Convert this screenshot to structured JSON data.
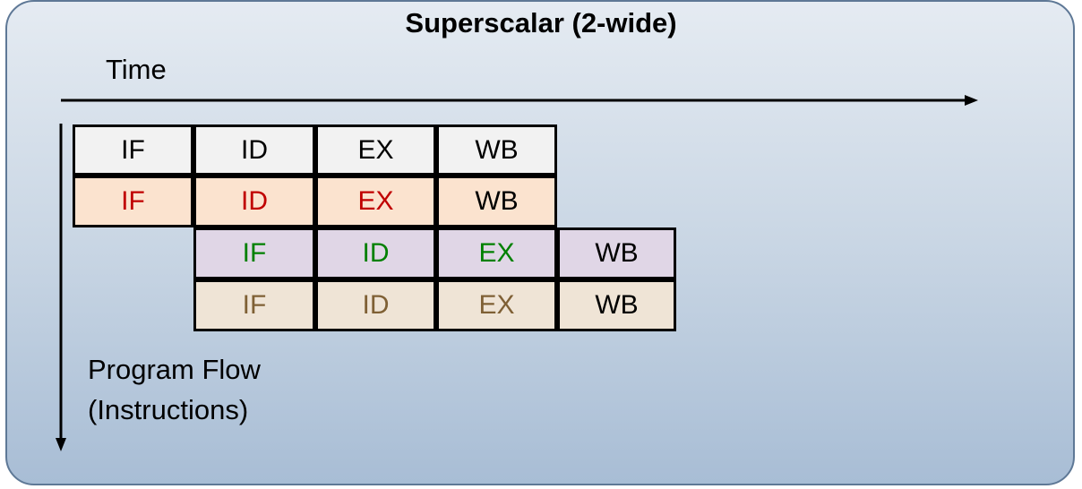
{
  "title": "Superscalar (2-wide)",
  "time_label": "Time",
  "flow_label": [
    "Program Flow",
    "(Instructions)"
  ],
  "rows": [
    {
      "background": "#f2f2f2",
      "stages": [
        {
          "label": "IF",
          "color": "#000000"
        },
        {
          "label": "ID",
          "color": "#000000"
        },
        {
          "label": "EX",
          "color": "#000000"
        },
        {
          "label": "WB",
          "color": "#000000"
        }
      ]
    },
    {
      "background": "#fbe3cf",
      "stages": [
        {
          "label": "IF",
          "color": "#c00000"
        },
        {
          "label": "ID",
          "color": "#c00000"
        },
        {
          "label": "EX",
          "color": "#c00000"
        },
        {
          "label": "WB",
          "color": "#000000"
        }
      ]
    },
    {
      "background": "#e0d6e6",
      "stages": [
        {
          "label": "IF",
          "color": "#008000"
        },
        {
          "label": "ID",
          "color": "#008000"
        },
        {
          "label": "EX",
          "color": "#008000"
        },
        {
          "label": "WB",
          "color": "#000000"
        }
      ]
    },
    {
      "background": "#efe4d6",
      "stages": [
        {
          "label": "IF",
          "color": "#7f6035"
        },
        {
          "label": "ID",
          "color": "#7f6035"
        },
        {
          "label": "EX",
          "color": "#7f6035"
        },
        {
          "label": "WB",
          "color": "#000000"
        }
      ]
    }
  ]
}
